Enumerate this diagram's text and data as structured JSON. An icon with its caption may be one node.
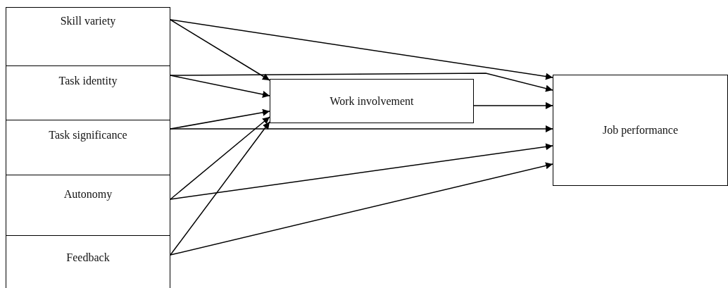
{
  "diagram": {
    "nodes": [
      {
        "text": [
          "Skill variety"
        ]
      },
      {
        "text": [
          "Task identity"
        ]
      },
      {
        "text": [
          "Task significance"
        ]
      },
      {
        "text": [
          "Autonomy"
        ]
      },
      {
        "text": [
          "Feedback"
        ]
      },
      {
        "text": [
          "Work involvement"
        ]
      },
      {
        "text": [
          "Job performance"
        ]
      }
    ],
    "edges": [
      {
        "from": 0,
        "to": 5,
        "arrow": "to"
      },
      {
        "from": 0,
        "to": 6,
        "arrow": "to"
      },
      {
        "from": 1,
        "to": 5,
        "arrow": "to"
      },
      {
        "from": 1,
        "to": 6,
        "arrow": "to"
      },
      {
        "from": 2,
        "to": 5,
        "arrow": "to"
      },
      {
        "from": 2,
        "to": 6,
        "arrow": "to"
      },
      {
        "from": 3,
        "to": 5,
        "arrow": "to"
      },
      {
        "from": 3,
        "to": 6,
        "arrow": "to"
      },
      {
        "from": 4,
        "to": 5,
        "arrow": "to"
      },
      {
        "from": 4,
        "to": 6,
        "arrow": "to"
      },
      {
        "from": 5,
        "to": 6,
        "arrow": "to"
      }
    ]
  }
}
